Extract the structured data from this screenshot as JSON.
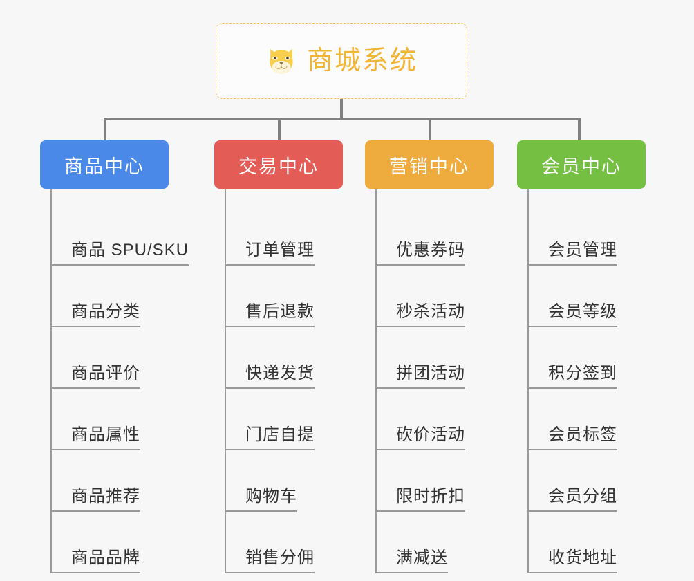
{
  "root": {
    "title": "商城系统",
    "icon": "shiba-dog-face-icon",
    "accent_color": "#f2b434",
    "border_color": "#f0c264",
    "border_style": "dashed"
  },
  "connector_color": "#808080",
  "background_color": "#f7f7f7",
  "leaf_line_color": "#9a9a9a",
  "leaf_text_color": "#333333",
  "categories": [
    {
      "label": "商品中心",
      "color": "#4a89e8",
      "items": [
        "商品 SPU/SKU",
        "商品分类",
        "商品评价",
        "商品属性",
        "商品推荐",
        "商品品牌"
      ]
    },
    {
      "label": "交易中心",
      "color": "#e45c56",
      "items": [
        "订单管理",
        "售后退款",
        "快递发货",
        "门店自提",
        "购物车",
        "销售分佣"
      ]
    },
    {
      "label": "营销中心",
      "color": "#eeab3e",
      "items": [
        "优惠券码",
        "秒杀活动",
        "拼团活动",
        "砍价活动",
        "限时折扣",
        "满减送"
      ]
    },
    {
      "label": "会员中心",
      "color": "#75c043",
      "items": [
        "会员管理",
        "会员等级",
        "积分签到",
        "会员标签",
        "会员分组",
        "收货地址"
      ]
    }
  ]
}
